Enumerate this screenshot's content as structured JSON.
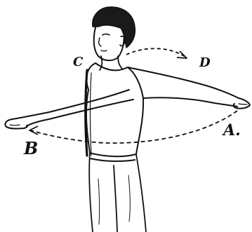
{
  "labels": {
    "a": "A.",
    "b": "B",
    "c": "C",
    "d": "D"
  },
  "colors": {
    "ink": "#111111",
    "hair": "#1a1a1a",
    "paper": "#ffffff"
  }
}
